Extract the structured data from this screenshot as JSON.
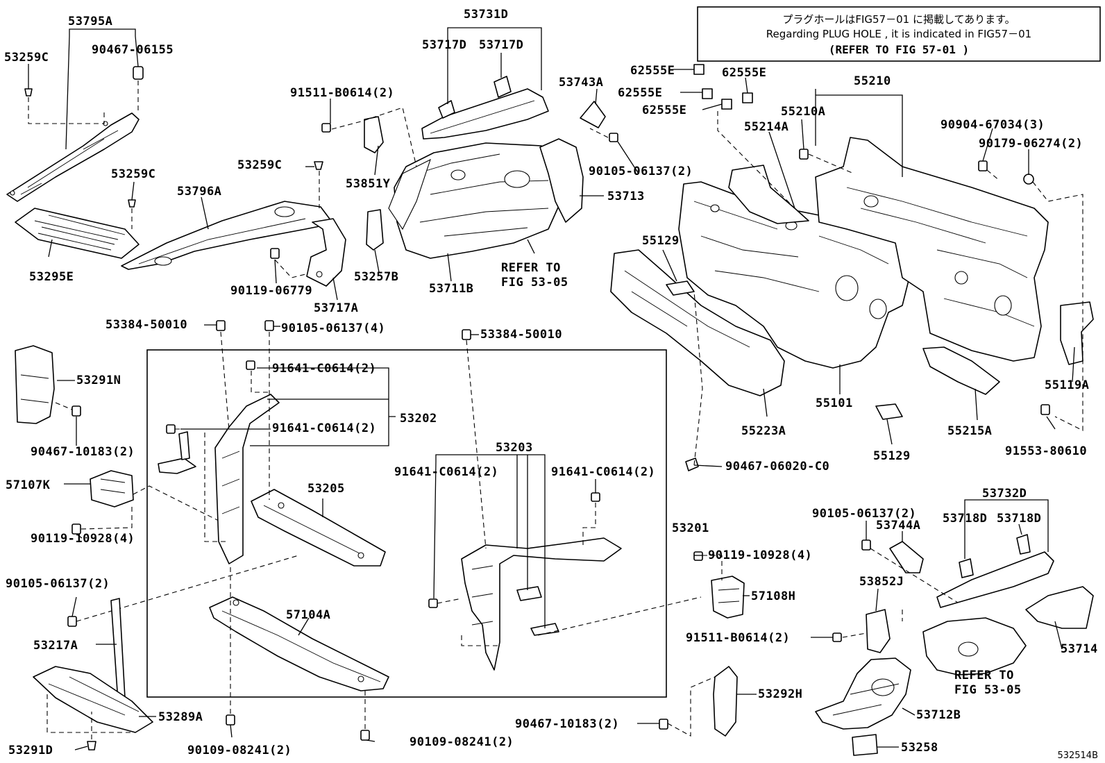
{
  "note": {
    "line1": "プラグホールはFIG57－01 に掲載してあります。",
    "line2": "Regarding  PLUG HOLE , it is  indicated  in  FIG57－01",
    "line3": "(REFER  TO  FIG   57-01  )"
  },
  "figure_id": "532514B",
  "labels": {
    "l53795A": "53795A",
    "l53259C_a": "53259C",
    "l90467_06155": "90467-06155",
    "l53259C_b": "53259C",
    "l53259C_c": "53259C",
    "l53796A": "53796A",
    "l53295E": "53295E",
    "l90119_06779": "90119-06779",
    "l53717A": "53717A",
    "l53731D": "53731D",
    "l53717D_a": "53717D",
    "l53717D_b": "53717D",
    "l91511_B0614_a": "91511-B0614(2)",
    "l53743A": "53743A",
    "l53851Y": "53851Y",
    "l53257B": "53257B",
    "l53711B": "53711B",
    "l90105_06137_2a": "90105-06137(2)",
    "l53713": "53713",
    "refer1_a": "REFER TO",
    "refer1_b": "FIG 53-05",
    "l62555E_a": "62555E",
    "l62555E_b": "62555E",
    "l62555E_c": "62555E",
    "l62555E_d": "62555E",
    "l55210": "55210",
    "l55210A": "55210A",
    "l55214A": "55214A",
    "l90904_67034": "90904-67034(3)",
    "l90179_06274": "90179-06274(2)",
    "l55129_a": "55129",
    "l55101": "55101",
    "l55223A": "55223A",
    "l55129_b": "55129",
    "l55215A": "55215A",
    "l55119A": "55119A",
    "l91553_80610": "91553-80610",
    "l90467_06020": "90467-06020-C0",
    "l53384_50010_a": "53384-50010",
    "l90105_06137_4": "90105-06137(4)",
    "l53384_50010_b": "53384-50010",
    "l91641_C0614_a": "91641-C0614(2)",
    "l91641_C0614_b": "91641-C0614(2)",
    "l53202": "53202",
    "l53291N": "53291N",
    "l90467_10183_a": "90467-10183(2)",
    "l57107K": "57107K",
    "l90119_10928_a": "90119-10928(4)",
    "l53205": "53205",
    "l53203": "53203",
    "l91641_C0614_c": "91641-C0614(2)",
    "l91641_C0614_d": "91641-C0614(2)",
    "l53201": "53201",
    "l90105_06137_2b": "90105-06137(2)",
    "l57104A": "57104A",
    "l53217A": "53217A",
    "l53289A": "53289A",
    "l53291D": "53291D",
    "l90109_08241_a": "90109-08241(2)",
    "l90109_08241_b": "90109-08241(2)",
    "l53732D": "53732D",
    "l90105_06137_2c": "90105-06137(2)",
    "l53718D_a": "53718D",
    "l53718D_b": "53718D",
    "l53744A": "53744A",
    "l90119_10928_b": "90119-10928(4)",
    "l57108H": "57108H",
    "l53852J": "53852J",
    "l91511_B0614_b": "91511-B0614(2)",
    "l53714": "53714",
    "refer2_a": "REFER TO",
    "refer2_b": "FIG 53-05",
    "l53292H": "53292H",
    "l53712B": "53712B",
    "l90467_10183_b": "90467-10183(2)",
    "l53258": "53258"
  }
}
